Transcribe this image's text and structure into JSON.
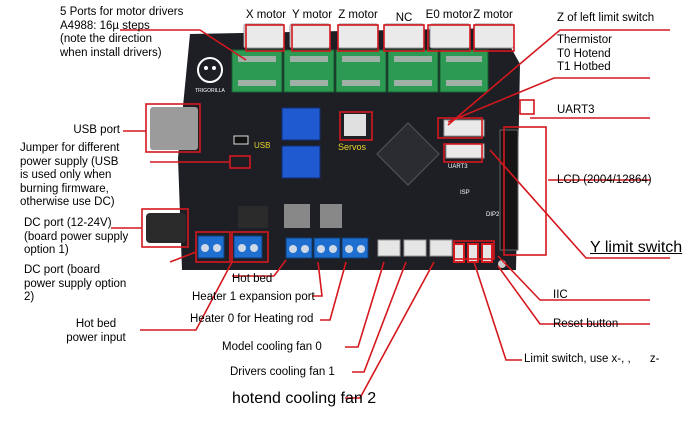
{
  "labels": {
    "motor_ports": "5 Ports for motor drivers\nA4988: 16µ steps\n(note the direction\nwhen install drivers)",
    "x_motor": "X motor",
    "y_motor": "Y motor",
    "z_motor_1": "Z motor",
    "nc": "NC",
    "e0_motor": "E0 motor",
    "z_motor_2": "Z motor",
    "z_left_limit": "Z of left limit switch",
    "thermistor": "Thermistor\nT0 Hotend\nT1 Hotbed",
    "uart3": "UART3",
    "usb_port": "USB port",
    "jumper": "Jumper for different\npower supply (USB\nis used only when\nburning firmware,\notherwise use DC)",
    "lcd": "LCD (2004/12864)",
    "dc_port_1": "DC port (12-24V)\n(board power supply\noption 1)",
    "dc_port_2": "DC port (board\npower supply option\n2)",
    "y_limit": "Y limit switch",
    "hot_bed": "Hot bed",
    "heater1": "Heater 1 expansion port",
    "heater0": "Heater 0 for Heating rod",
    "iic": "IIC",
    "hot_bed_input": "Hot bed\npower input",
    "reset": "Reset button",
    "model_fan": "Model cooling fan 0",
    "limit_switch": "Limit switch, use x-, ,      z-",
    "drivers_fan": "Drivers cooling fan 1",
    "hotend_fan": "hotend cooling fan 2"
  },
  "board_text": {
    "brand": "TRIGORILLA",
    "usb_silk": "USB",
    "servos": "Servos",
    "uart3_silk": "UART3",
    "isp": "ISP",
    "dip2": "DIP2"
  },
  "colors": {
    "pointer": "#d4181e",
    "board": "#1d1f24",
    "terminal": "#1f6fd0",
    "driver_green": "#2c9a52",
    "header_white": "#e9e9e9",
    "silk_yellow": "#e9d42a"
  }
}
